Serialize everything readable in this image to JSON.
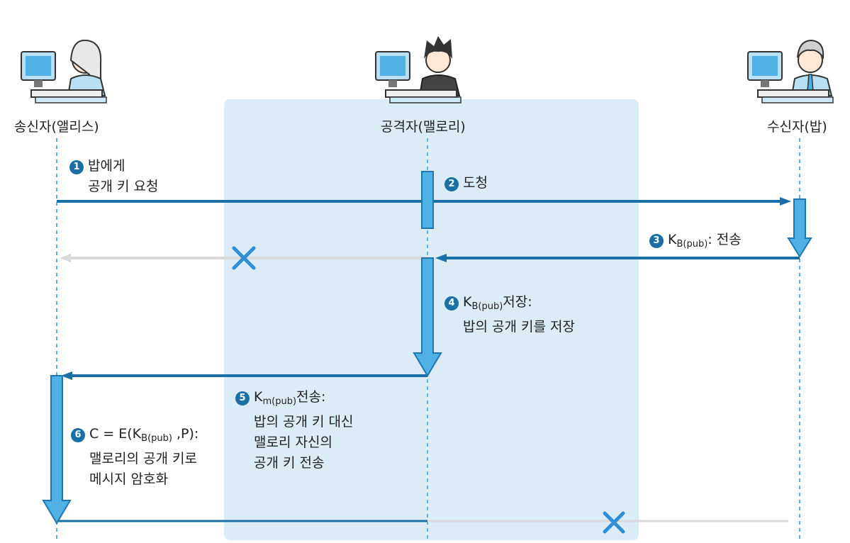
{
  "colors": {
    "accent": "#1a6fa6",
    "arrow_fill": "#4fb0e3",
    "arrow_stroke": "#1e77b0",
    "highlight_bg": "#dcecf6",
    "blocked_line": "#d9d9d9",
    "blocked_x": "#2f8fd6",
    "lifeline": "#5ab4e6"
  },
  "actors": {
    "sender": "송신자(앨리스)",
    "attacker": "공격자(맬로리)",
    "receiver": "수신자(밥)"
  },
  "steps": {
    "s1": {
      "num": "1",
      "lines": [
        "밥에게",
        "공개 키 요청"
      ]
    },
    "s2": {
      "num": "2",
      "text": "도청"
    },
    "s3": {
      "num": "3",
      "k": "K",
      "sub": "B(pub)",
      "rest": ": 전송"
    },
    "s4": {
      "num": "4",
      "k": "K",
      "sub": "B(pub)",
      "rest": "저장:",
      "line2": "밥의 공개 키를 저장"
    },
    "s5": {
      "num": "5",
      "k": "K",
      "sub": "m(pub)",
      "rest": "전송:",
      "line2": "밥의 공개 키 대신",
      "line3": "맬로리 자신의",
      "line4": "공개 키 전송"
    },
    "s6": {
      "num": "6",
      "pre": "C = E(K",
      "sub": "B(pub)",
      "rest": " ,P):",
      "line2": "맬로리의 공개 키로",
      "line3": "메시지 암호화"
    }
  }
}
